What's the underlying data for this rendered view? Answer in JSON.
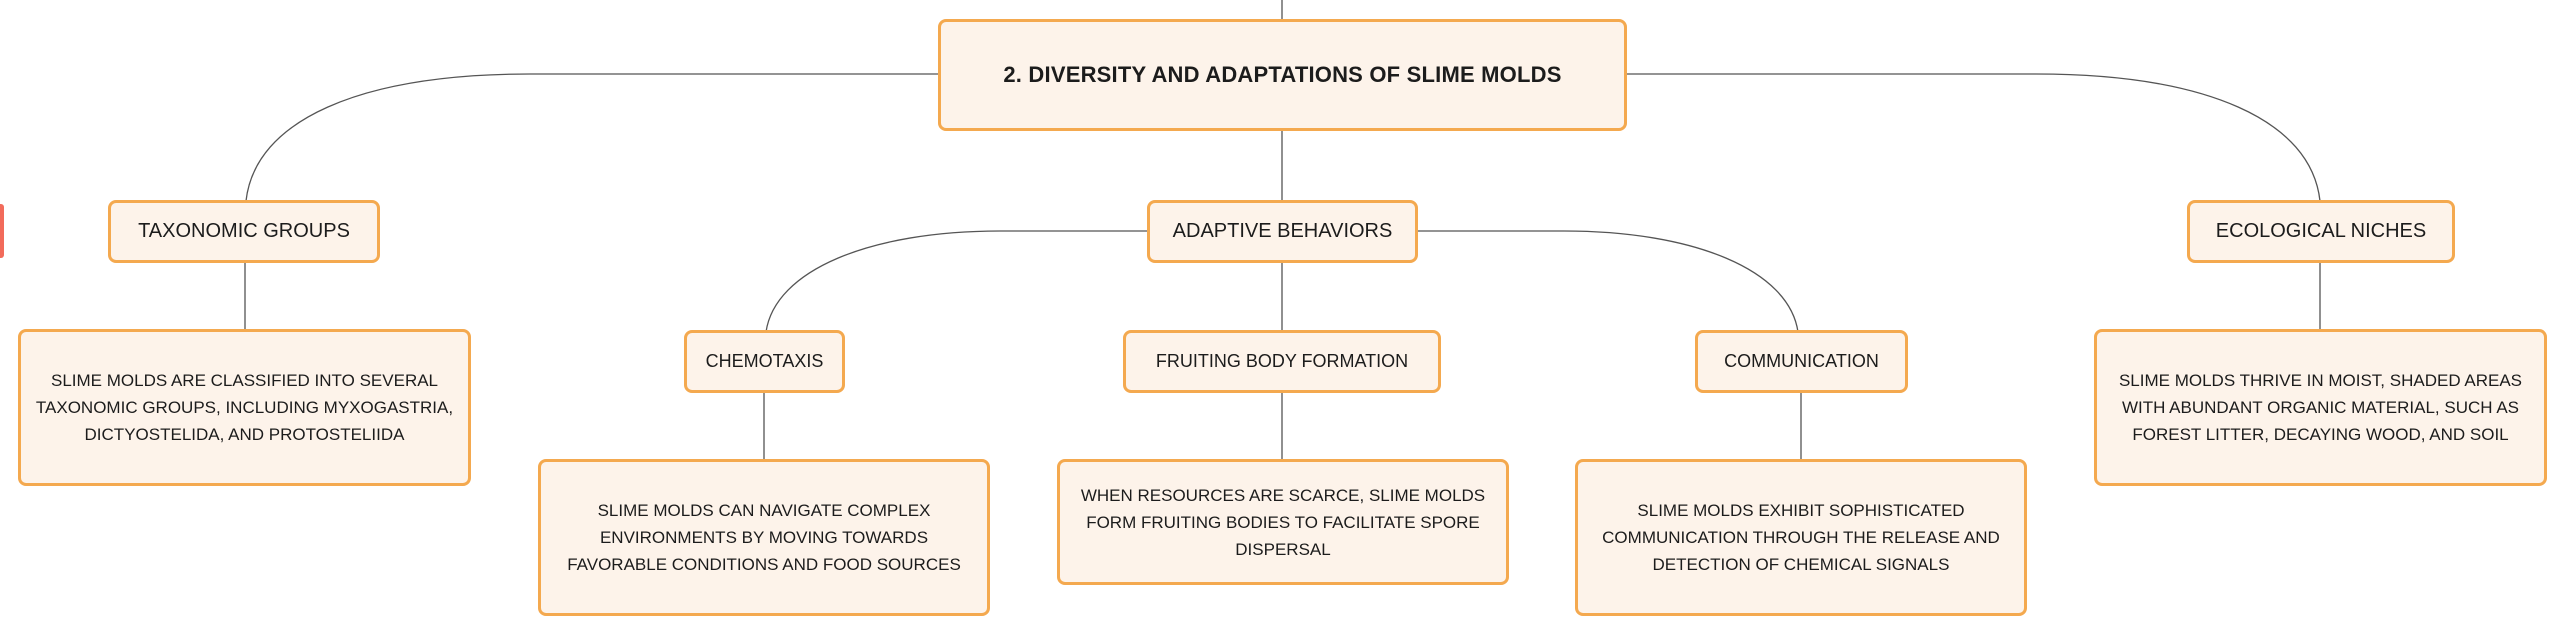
{
  "mindmap": {
    "root": "2. DIVERSITY AND ADAPTATIONS OF SLIME MOLDS",
    "topics": {
      "taxonomic": {
        "title": "TAXONOMIC GROUPS",
        "detail": "SLIME MOLDS ARE CLASSIFIED INTO SEVERAL TAXONOMIC GROUPS, INCLUDING MYXOGASTRIA, DICTYOSTELIDA, AND PROTOSTELIIDA"
      },
      "adaptive": {
        "title": "ADAPTIVE BEHAVIORS",
        "subtopics": {
          "chemotaxis": {
            "title": "CHEMOTAXIS",
            "detail": "SLIME MOLDS CAN NAVIGATE COMPLEX ENVIRONMENTS BY MOVING TOWARDS FAVORABLE CONDITIONS AND FOOD SOURCES"
          },
          "fruiting": {
            "title": "FRUITING BODY FORMATION",
            "detail": "WHEN RESOURCES ARE SCARCE, SLIME MOLDS FORM FRUITING BODIES TO FACILITATE SPORE DISPERSAL"
          },
          "communication": {
            "title": "COMMUNICATION",
            "detail": "SLIME MOLDS EXHIBIT SOPHISTICATED COMMUNICATION THROUGH THE RELEASE AND DETECTION OF CHEMICAL SIGNALS"
          }
        }
      },
      "ecological": {
        "title": "ECOLOGICAL NICHES",
        "detail": "SLIME MOLDS THRIVE IN MOIST, SHADED AREAS WITH ABUNDANT ORGANIC MATERIAL, SUCH AS FOREST LITTER, DECAYING WOOD, AND SOIL"
      }
    }
  },
  "colors": {
    "node_fill": "#fdf3ea",
    "node_border": "#f4a94f",
    "connector": "#555555",
    "edge_marker": "#f26b5b"
  }
}
